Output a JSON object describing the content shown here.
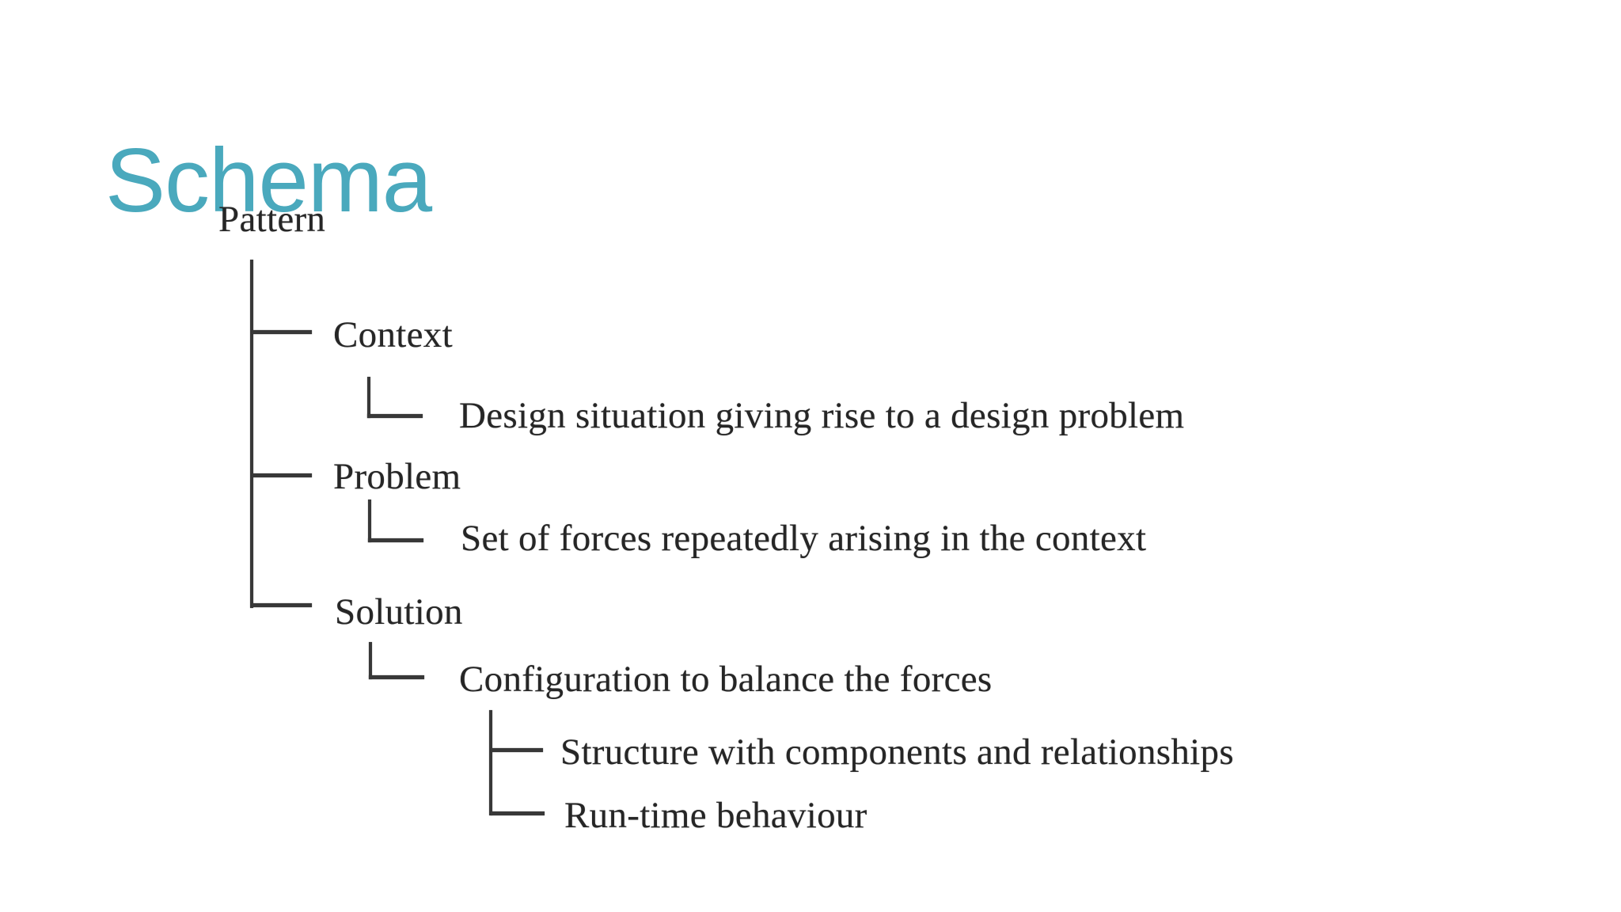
{
  "slide": {
    "title": "Schema",
    "title_color": "#4aa9bd",
    "background_color": "#ffffff"
  },
  "tree": {
    "ink_color": "#2b2b2b",
    "root": "Pattern",
    "branches": [
      {
        "label": "Context",
        "detail": "Design situation giving rise to a design problem"
      },
      {
        "label": "Problem",
        "detail": "Set of forces repeatedly arising in the context"
      },
      {
        "label": "Solution",
        "detail": "Configuration to balance the forces",
        "children": [
          "Structure with components and relationships",
          "Run-time behaviour"
        ]
      }
    ]
  }
}
